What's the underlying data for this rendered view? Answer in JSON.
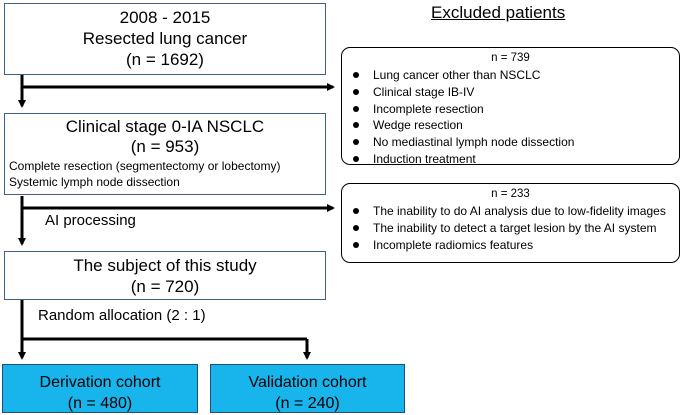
{
  "excluded_header": "Excluded patients",
  "box_resected": {
    "years": "2008 - 2015",
    "title": "Resected lung cancer",
    "n": "(n = 1692)"
  },
  "exclusion1": {
    "n": "n = 739",
    "items": [
      "Lung cancer other than NSCLC",
      "Clinical stage IB-IV",
      "Incomplete resection",
      "Wedge resection",
      "No mediastinal lymph node dissection",
      "Induction treatment"
    ]
  },
  "box_stage": {
    "title": "Clinical stage 0-IA NSCLC",
    "n": "(n = 953)",
    "detail1": "Complete resection (segmentectomy or lobectomy)",
    "detail2": "Systemic lymph node dissection"
  },
  "ai_label": "AI processing",
  "exclusion2": {
    "n": "n = 233",
    "items": [
      "The inability  to do AI analysis due to low-fidelity images",
      "The inability to detect a target lesion by the AI system",
      "Incomplete radiomics features"
    ]
  },
  "box_subject": {
    "title": "The subject of this study",
    "n": "(n = 720)"
  },
  "random_label": "Random allocation (2 : 1)",
  "derivation": {
    "title": "Derivation cohort",
    "n": "(n = 480)"
  },
  "validation": {
    "title": "Validation cohort",
    "n": "(n = 240)"
  },
  "colors": {
    "cohort_fill": "#18b4ec",
    "box_border": "#3d5f8a"
  }
}
